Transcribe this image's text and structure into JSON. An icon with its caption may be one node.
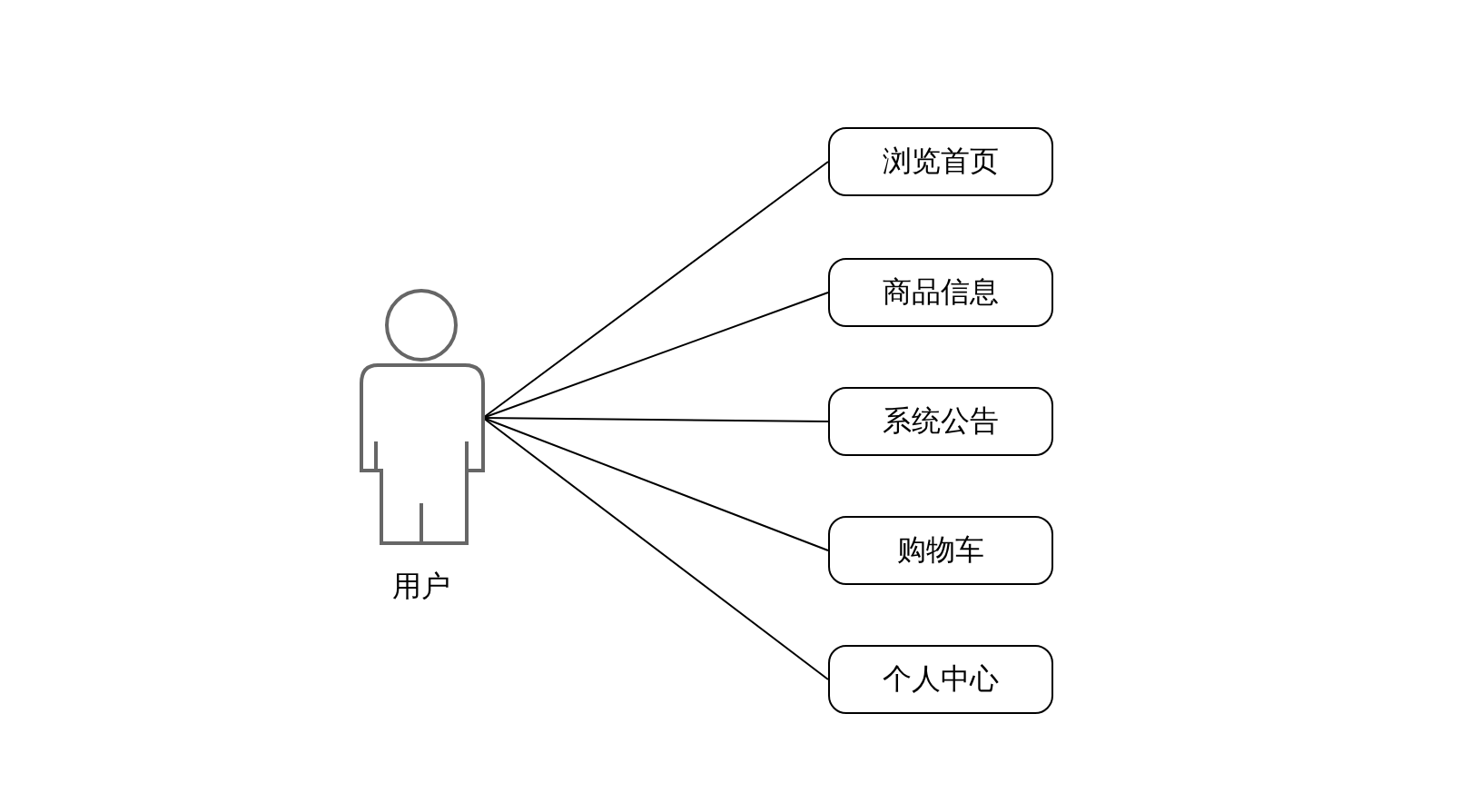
{
  "diagram": {
    "nodes": [
      {
        "text": [
          "用户"
        ]
      },
      {
        "text": [
          "浏览首页"
        ]
      },
      {
        "text": [
          "商品信息"
        ]
      },
      {
        "text": [
          "系统公告"
        ]
      },
      {
        "text": [
          "购物车"
        ]
      },
      {
        "text": [
          "个人中心"
        ]
      }
    ],
    "edges": [
      {
        "from": 0,
        "to": 1,
        "arrow": "none"
      },
      {
        "from": 0,
        "to": 2,
        "arrow": "none"
      },
      {
        "from": 0,
        "to": 3,
        "arrow": "none"
      },
      {
        "from": 0,
        "to": 4,
        "arrow": "none"
      },
      {
        "from": 0,
        "to": 5,
        "arrow": "none"
      }
    ]
  }
}
